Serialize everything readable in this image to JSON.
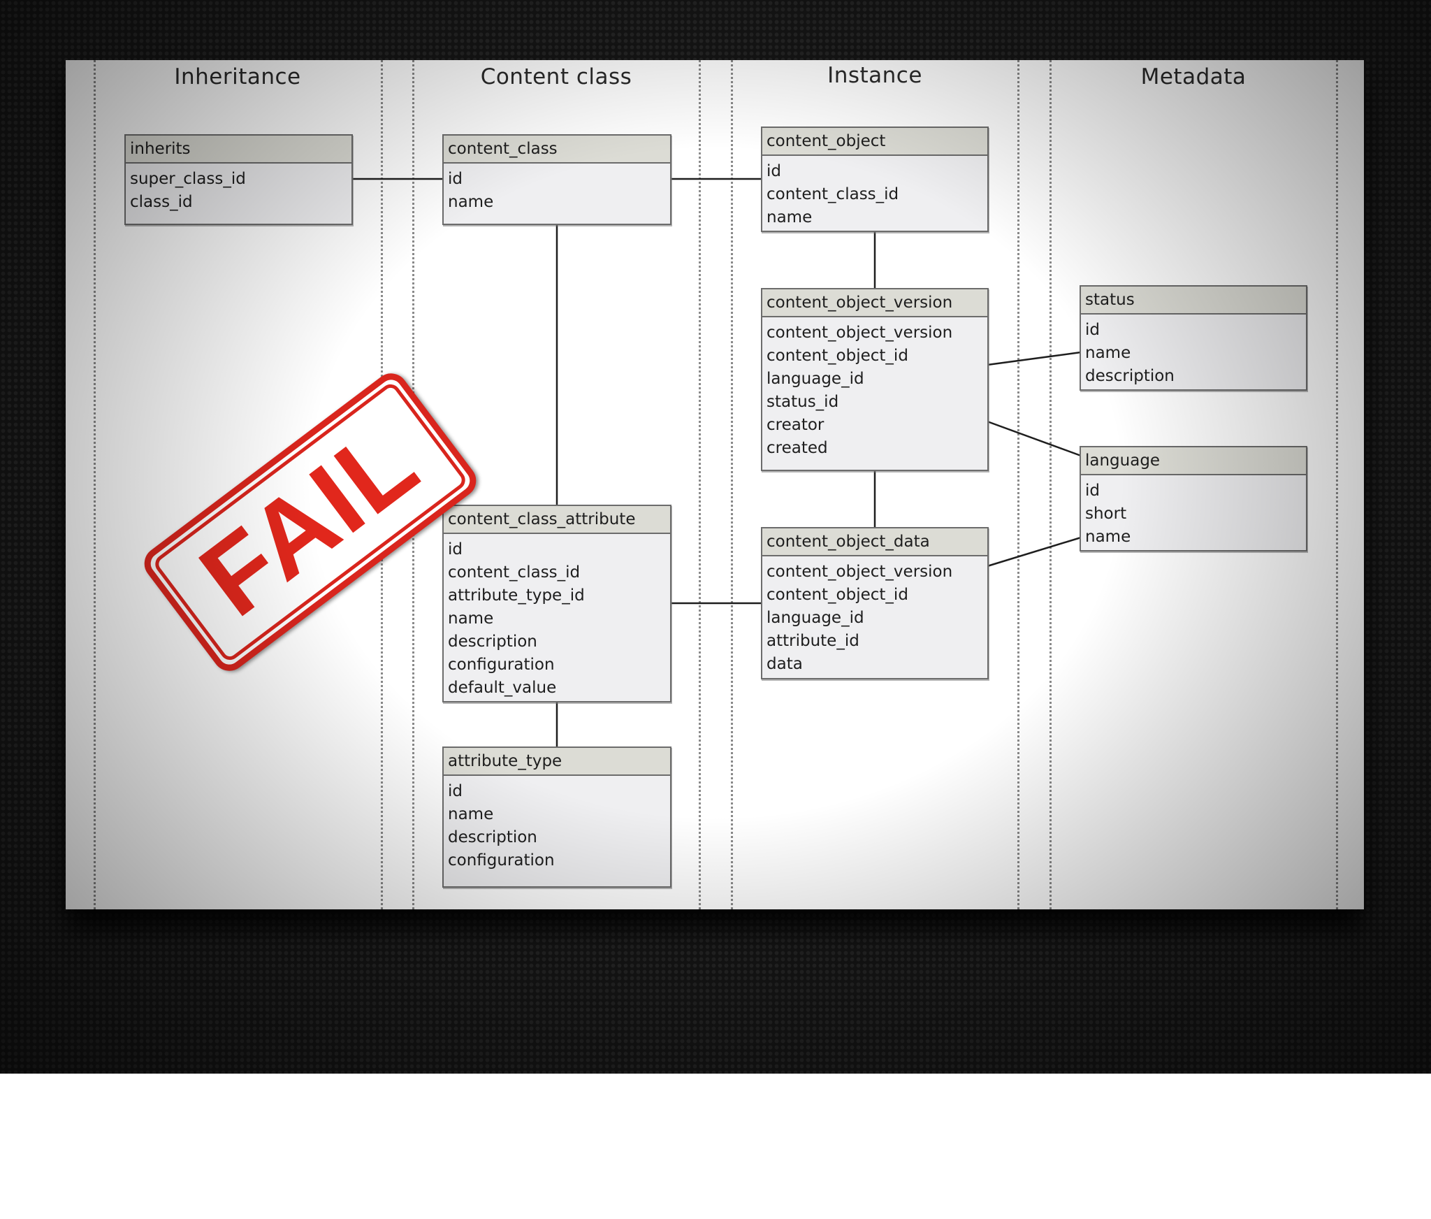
{
  "columns": [
    {
      "title": "Inheritance"
    },
    {
      "title": "Content class"
    },
    {
      "title": "Instance"
    },
    {
      "title": "Metadata"
    }
  ],
  "entities": {
    "inherits": {
      "name": "inherits",
      "fields": [
        "super_class_id",
        "class_id"
      ]
    },
    "content_class": {
      "name": "content_class",
      "fields": [
        "id",
        "name"
      ]
    },
    "content_class_attribute": {
      "name": "content_class_attribute",
      "fields": [
        "id",
        "content_class_id",
        "attribute_type_id",
        "name",
        "description",
        "configuration",
        "default_value"
      ]
    },
    "attribute_type": {
      "name": "attribute_type",
      "fields": [
        "id",
        "name",
        "description",
        "configuration"
      ]
    },
    "content_object": {
      "name": "content_object",
      "fields": [
        "id",
        "content_class_id",
        "name"
      ]
    },
    "content_object_version": {
      "name": "content_object_version",
      "fields": [
        "content_object_version",
        "content_object_id",
        "language_id",
        "status_id",
        "creator",
        "created"
      ]
    },
    "content_object_data": {
      "name": "content_object_data",
      "fields": [
        "content_object_version",
        "content_object_id",
        "language_id",
        "attribute_id",
        "data"
      ]
    },
    "status": {
      "name": "status",
      "fields": [
        "id",
        "name",
        "description"
      ]
    },
    "language": {
      "name": "language",
      "fields": [
        "id",
        "short",
        "name"
      ]
    }
  },
  "relationships": [
    {
      "from": "inherits",
      "to": "content_class"
    },
    {
      "from": "content_class",
      "to": "content_object"
    },
    {
      "from": "content_class",
      "to": "content_class_attribute"
    },
    {
      "from": "content_class_attribute",
      "to": "attribute_type"
    },
    {
      "from": "content_class_attribute",
      "to": "content_object_data"
    },
    {
      "from": "content_object",
      "to": "content_object_version"
    },
    {
      "from": "content_object_version",
      "to": "content_object_data"
    },
    {
      "from": "content_object_version",
      "to": "status"
    },
    {
      "from": "content_object_version",
      "to": "language"
    },
    {
      "from": "content_object_data",
      "to": "language"
    }
  ],
  "stamp": {
    "text": "FAIL",
    "color": "#e1271c"
  },
  "colors": {
    "header": "#dcdcd5",
    "body": "#efeff1",
    "border": "#6c6c6c",
    "connector": "#1e1e1e"
  }
}
